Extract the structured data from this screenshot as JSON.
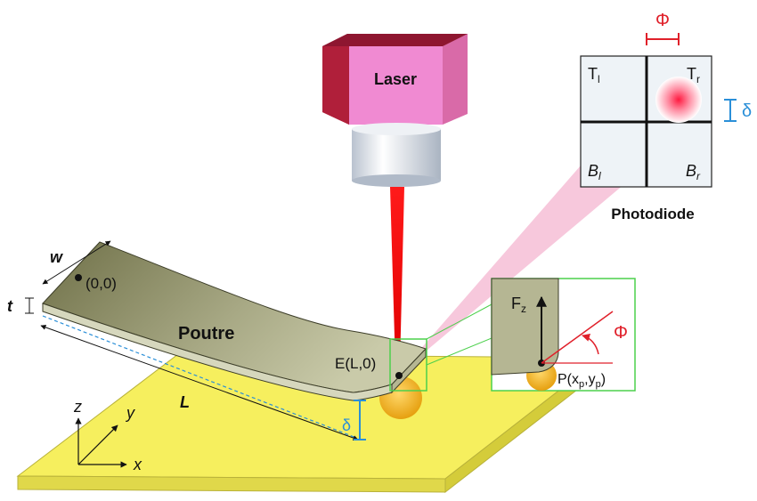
{
  "laser": {
    "label": "Laser"
  },
  "photodiode": {
    "label": "Photodiode",
    "quadrants": {
      "tl": "T",
      "tl_sub": "l",
      "tr": "T",
      "tr_sub": "r",
      "bl": "B",
      "bl_sub": "l",
      "br": "B",
      "br_sub": "r"
    },
    "phi_symbol": "Φ",
    "delta_symbol": "δ"
  },
  "beam": {
    "label": "Poutre",
    "origin": "(0,0)",
    "end_point": "E(L,0)",
    "width_label": "w",
    "thickness_label": "t",
    "length_label": "L",
    "deflection_label": "δ"
  },
  "inset": {
    "force_label": "F",
    "force_sub": "z",
    "angle_label": "Φ",
    "point_label": "P(x",
    "point_sub_x": "p",
    "point_mid": ",y",
    "point_sub_y": "p",
    "point_end": ")"
  },
  "axes": {
    "z": "z",
    "y": "y",
    "x": "x"
  },
  "colors": {
    "laser_top": "#c4253e",
    "laser_front": "#f08ad2",
    "beam_top": "#8e8f63",
    "sample": "#f6ef5e",
    "tip": "#f2b21e",
    "accent_red": "#e0202a",
    "accent_blue": "#2a8fd8",
    "inset_border": "#4cd04c"
  }
}
